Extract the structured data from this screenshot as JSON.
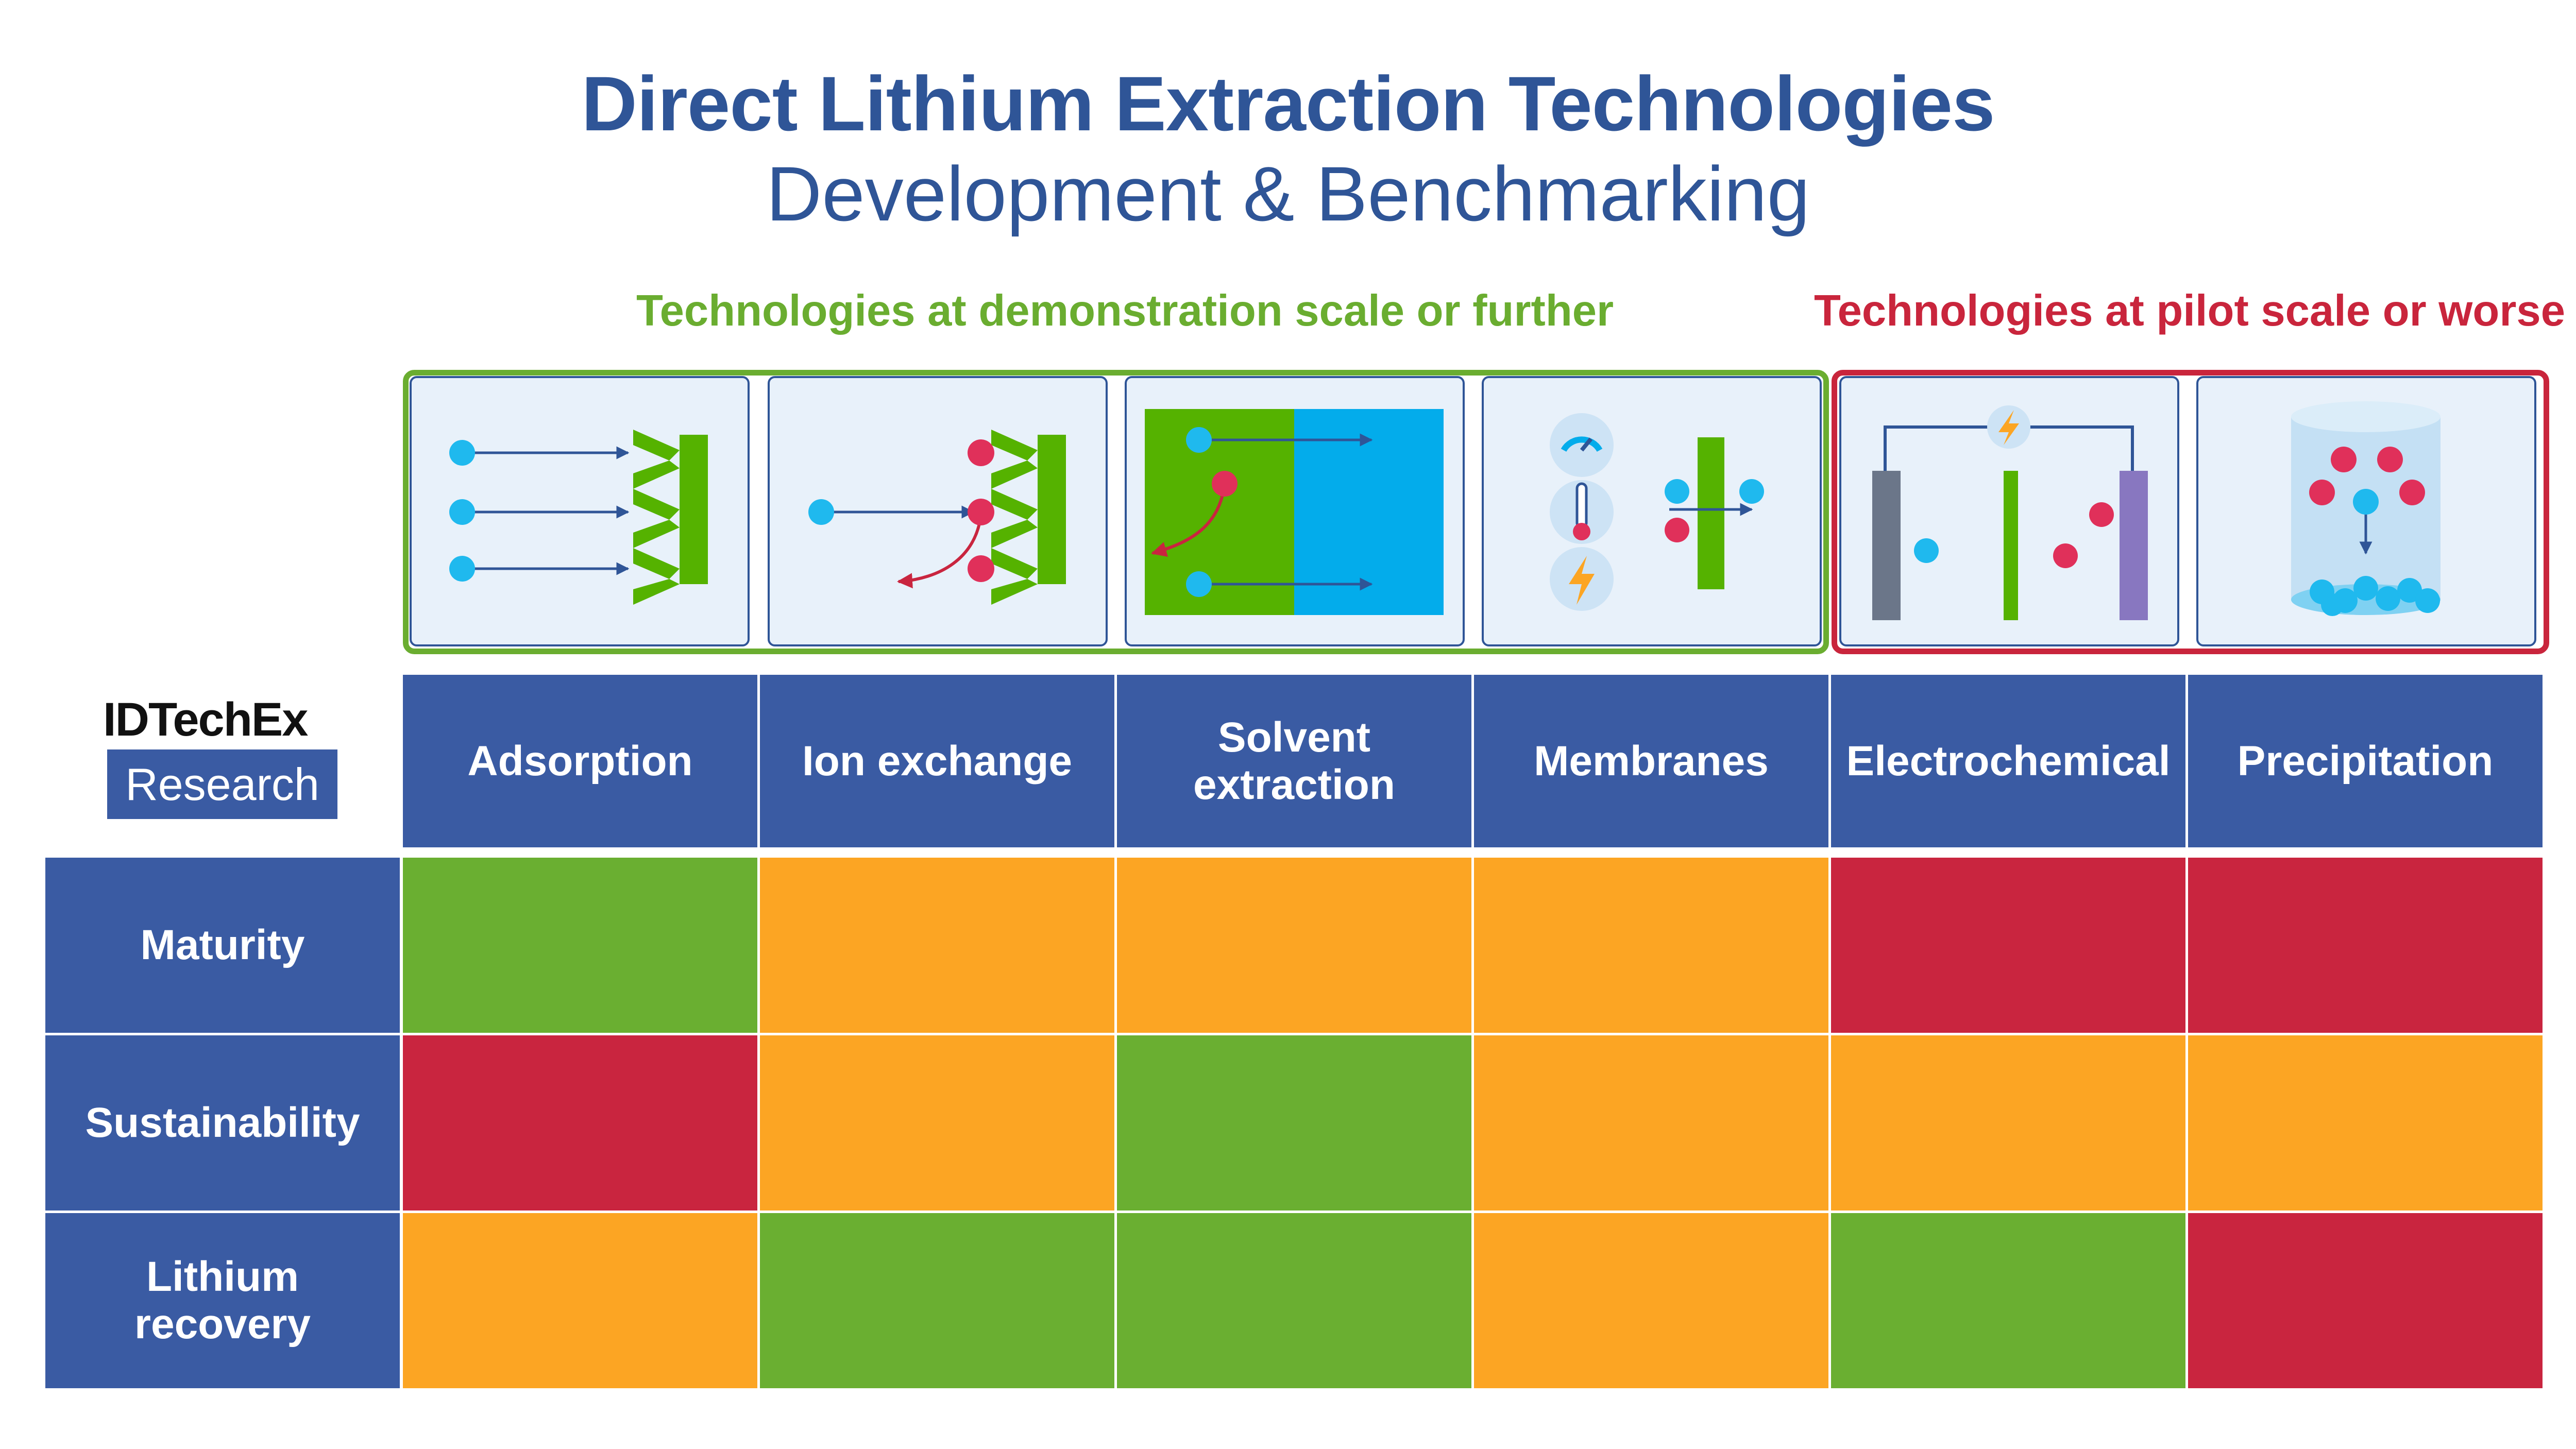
{
  "title": "Direct Lithium Extraction Technologies",
  "subtitle": "Development & Benchmarking",
  "groups": {
    "demo": "Technologies at demonstration scale or further",
    "pilot": "Technologies at pilot scale or worse"
  },
  "logo": {
    "brand": "IDTechEx",
    "sub": "Research"
  },
  "columns": [
    {
      "label": "Adsorption",
      "icon": "adsorption-icon"
    },
    {
      "label": "Ion exchange",
      "icon": "ion-exchange-icon"
    },
    {
      "label": "Solvent extraction",
      "icon": "solvent-extraction-icon"
    },
    {
      "label": "Membranes",
      "icon": "membranes-icon"
    },
    {
      "label": "Electrochemical",
      "icon": "electrochemical-icon"
    },
    {
      "label": "Precipitation",
      "icon": "precipitation-icon"
    }
  ],
  "rows": [
    {
      "label": "Maturity",
      "ratings": [
        "green",
        "amber",
        "amber",
        "amber",
        "red",
        "red"
      ]
    },
    {
      "label": "Sustainability",
      "ratings": [
        "red",
        "amber",
        "green",
        "amber",
        "amber",
        "amber"
      ]
    },
    {
      "label": "Lithium recovery",
      "ratings": [
        "amber",
        "green",
        "green",
        "amber",
        "green",
        "red"
      ]
    }
  ],
  "colors": {
    "header_blue": "#3a5ba3",
    "title_blue": "#2f5597",
    "green": "#6aaf31",
    "amber": "#fca523",
    "red": "#c9253f"
  }
}
